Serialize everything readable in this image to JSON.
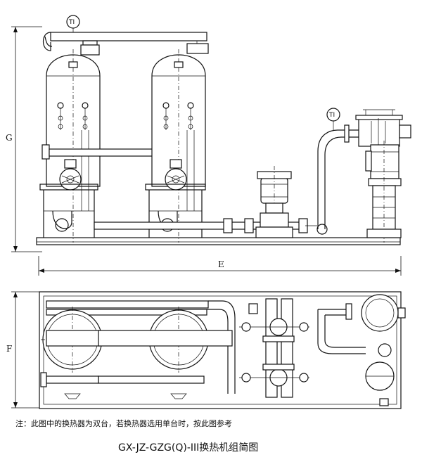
{
  "labels": {
    "dim_height": "G",
    "dim_length": "E",
    "dim_width": "F",
    "thermometer_left": "TI",
    "thermometer_right": "TI"
  },
  "note": "注：此图中的换热器为双台，若换热器选用单台时，按此图参考",
  "title": "GX-JZ-GZG(Q)-III换热机组简图"
}
